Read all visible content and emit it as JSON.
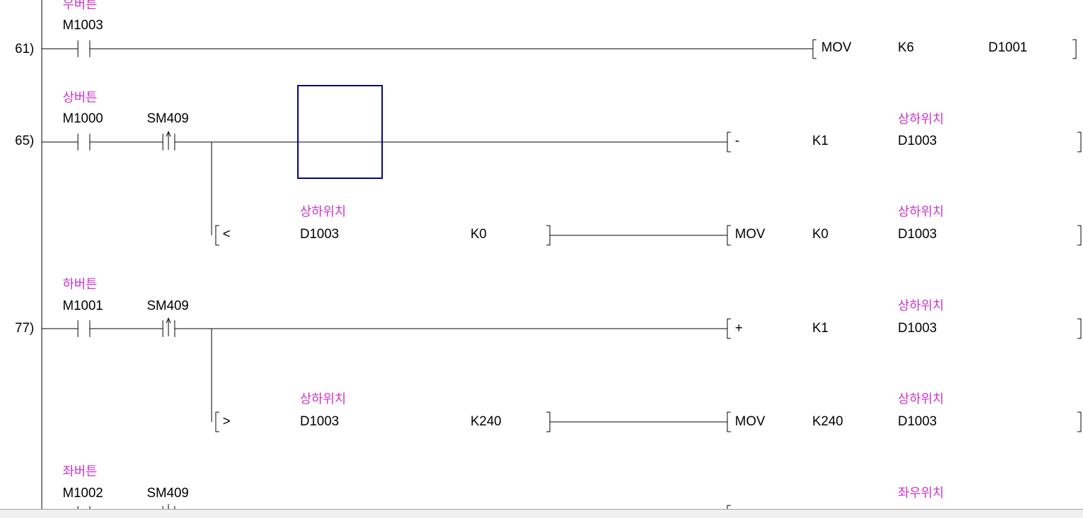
{
  "rungs": [
    {
      "step": "61)",
      "contacts": [
        {
          "comment": "우버튼",
          "device": "M1003",
          "type": "normally-open"
        }
      ],
      "outputs": [
        {
          "instruction": "MOV",
          "src": "K6",
          "dst_comment": "",
          "dst": "D1001"
        }
      ]
    },
    {
      "step": "65)",
      "contacts": [
        {
          "comment": "상버튼",
          "device": "M1000",
          "type": "normally-open"
        },
        {
          "comment": "",
          "device": "SM409",
          "type": "rising-edge"
        }
      ],
      "outputs": [
        {
          "instruction": "-",
          "src": "K1",
          "dst_comment": "상하위치",
          "dst": "D1003"
        }
      ],
      "branch": {
        "compare_op": "<",
        "operand1_comment": "상하위치",
        "operand1": "D1003",
        "operand2": "K0",
        "instruction": "MOV",
        "src": "K0",
        "dst_comment": "상하위치",
        "dst": "D1003"
      }
    },
    {
      "step": "77)",
      "contacts": [
        {
          "comment": "하버튼",
          "device": "M1001",
          "type": "normally-open"
        },
        {
          "comment": "",
          "device": "SM409",
          "type": "rising-edge"
        }
      ],
      "outputs": [
        {
          "instruction": "+",
          "src": "K1",
          "dst_comment": "상하위치",
          "dst": "D1003"
        }
      ],
      "branch": {
        "compare_op": ">",
        "operand1_comment": "상하위치",
        "operand1": "D1003",
        "operand2": "K240",
        "instruction": "MOV",
        "src": "K240",
        "dst_comment": "상하위치",
        "dst": "D1003"
      }
    },
    {
      "step": "",
      "contacts": [
        {
          "comment": "좌버튼",
          "device": "M1002",
          "type": "normally-open"
        },
        {
          "comment": "",
          "device": "SM409",
          "type": "rising-edge"
        }
      ],
      "outputs": [
        {
          "instruction": "",
          "src": "",
          "dst_comment": "좌우위치",
          "dst": ""
        }
      ]
    }
  ],
  "colors": {
    "comment_text": "#cc33cc",
    "cursor": "#000080",
    "line": "#000000"
  }
}
